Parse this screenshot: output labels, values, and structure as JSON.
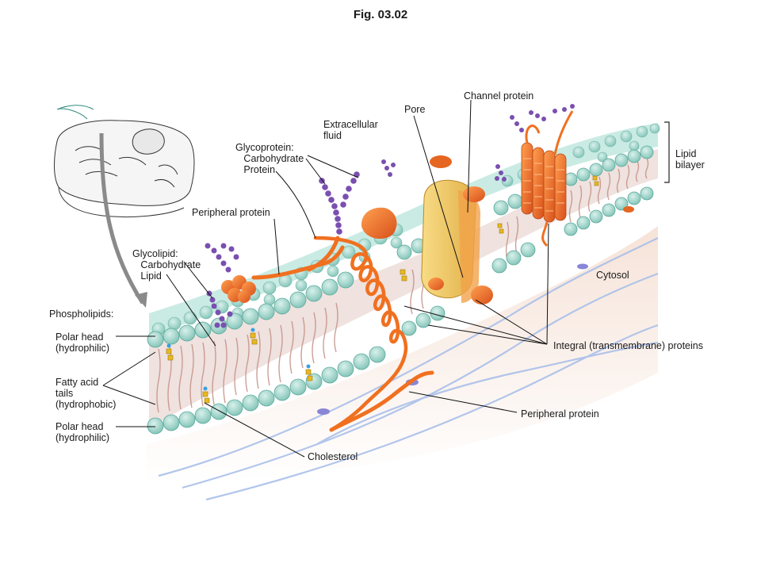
{
  "figure": {
    "title": "Fig. 03.02"
  },
  "labels": {
    "extracellular_fluid": "Extracellular\nfluid",
    "pore": "Pore",
    "channel_protein": "Channel protein",
    "lipid_bilayer": "Lipid\nbilayer",
    "glycoprotein": "Glycoprotein:\n   Carbohydrate\n   Protein",
    "peripheral_protein_top": "Peripheral protein",
    "glycolipid": "Glycolipid:\n   Carbohydrate\n   Lipid",
    "cytosol": "Cytosol",
    "phospholipids": "Phospholipids:",
    "polar_head_top": "Polar head\n(hydrophilic)",
    "fatty_acid_tails": "Fatty acid\ntails\n(hydrophobic)",
    "polar_head_bottom": "Polar head\n(hydrophilic)",
    "integral_proteins": "Integral (transmembrane) proteins",
    "peripheral_protein_bottom": "Peripheral protein",
    "cholesterol": "Cholesterol"
  },
  "colors": {
    "head": "#9fd6cc",
    "head_stroke": "#5aa89c",
    "tail": "#c99a92",
    "protein": "#f07020",
    "protein_dark": "#c0501a",
    "channel": "#f0c865",
    "carbohydrate": "#7a4fb0",
    "cytosol": "#f3dcd0",
    "fiber": "#b9c9ec",
    "leader": "#111111"
  }
}
